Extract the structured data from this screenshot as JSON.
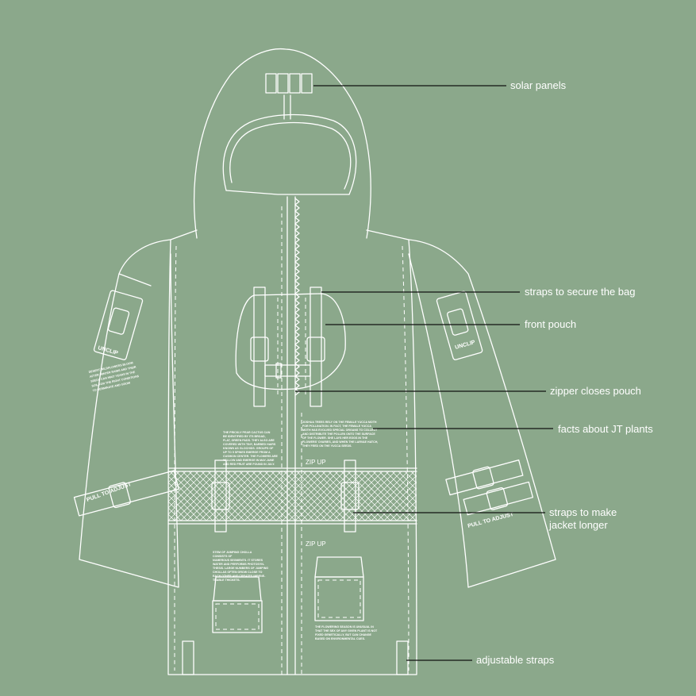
{
  "colors": {
    "background": "#8ba88b",
    "lines": "#ffffff",
    "leaders": "#111111"
  },
  "labels": {
    "solar_panels": "solar panels",
    "straps_secure": "straps to secure the bag",
    "front_pouch": "front pouch",
    "zipper_closes": "zipper closes pouch",
    "facts": "facts about JT plants",
    "straps_longer_1": "straps to make",
    "straps_longer_2": "jacket longer",
    "adjustable": "adjustable straps"
  },
  "tags": {
    "unclip_left": "UNCLIP",
    "unclip_right": "UNCLIP",
    "pull_left": "PULL TO ADJUST",
    "pull_right": "PULL TO ADJUST",
    "zip_up_1": "ZIP UP",
    "zip_up_2": "ZIP UP"
  },
  "facts": {
    "joshua": [
      "JOSHUA TREES RELY ON THE FEMALE YUCCA MOTH",
      "FOR POLLINATION. IN FACT, THE FEMALE YUCCA",
      "MOTH HAS EVOLVED SPECIAL ORGANS TO COLLECT",
      "AND DISTRIBUTE THE POLLEN ONTO THE SURFACE",
      "OF THE FLOWER. SHE LAYS HER EGGS IN THE",
      "FLOWERS' OVARIES, AND WHEN THE LARVAE HATCH,",
      "THEY FEED ON THE YUCCA SEEDS."
    ],
    "pear": [
      "THE PRICKLY PEAR CACTUS CAN",
      "BE IDENTIFIED BY ITS BROAD,",
      "FLAT, GREEN PADS. THEY ALSO ARE",
      "COVERED WITH TINY, BARBED HAIRS",
      "KNOWN AS GLOCHIDS. GROUPS OF",
      "UP TO 5 SPINES EMERGE FROM A",
      "CUSHION CENTER. THE FLOWERS ARE",
      "YELLOW AND EMERGE IN MAY-JUNE",
      "AND RED FRUIT ARE FOUND IN JULY."
    ],
    "cholla": [
      "STEM OF JUMPING CHOLLA",
      "CONSISTS OF",
      "NUMEROUS SEGMENTS. IT STORES",
      "WATER AND PERFORMS PHOTOSYN-",
      "THESIS. LARGE NUMBERS OF JUMPING",
      "CHOLLAS OFTEN GROW CLOSE TO",
      "EACH OTHER AND CREATES IMPENE-",
      "TRABLE THICKETS."
    ],
    "flowering": [
      "THE FLOWERING SEASON IS UNUSUAL IN",
      "THAT THE SEX OF ANY GIVEN PLANT IS NOT",
      "FIXED GENETICALLY, BUT CAN CHANGE",
      "BASED ON ENVIRONMENTAL CUES."
    ],
    "sleeve": [
      "DESERT WILDFLOWERS BLOOM",
      "AFTER WINTER RAINS AND THEIR",
      "SEEDS CAN WAIT YEARS IN THE",
      "SOIL FOR THE RIGHT CONDITIONS",
      "TO GERMINATE AND GROW"
    ]
  }
}
